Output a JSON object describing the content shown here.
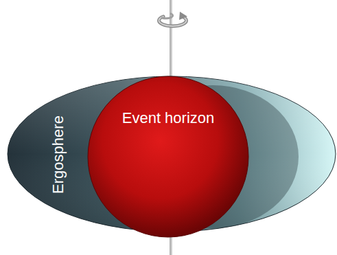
{
  "diagram": {
    "nodes": [
      {
        "text": [
          "Ergosphere"
        ]
      },
      {
        "text": [
          "Event horizon"
        ],
        "in": 0
      }
    ]
  }
}
